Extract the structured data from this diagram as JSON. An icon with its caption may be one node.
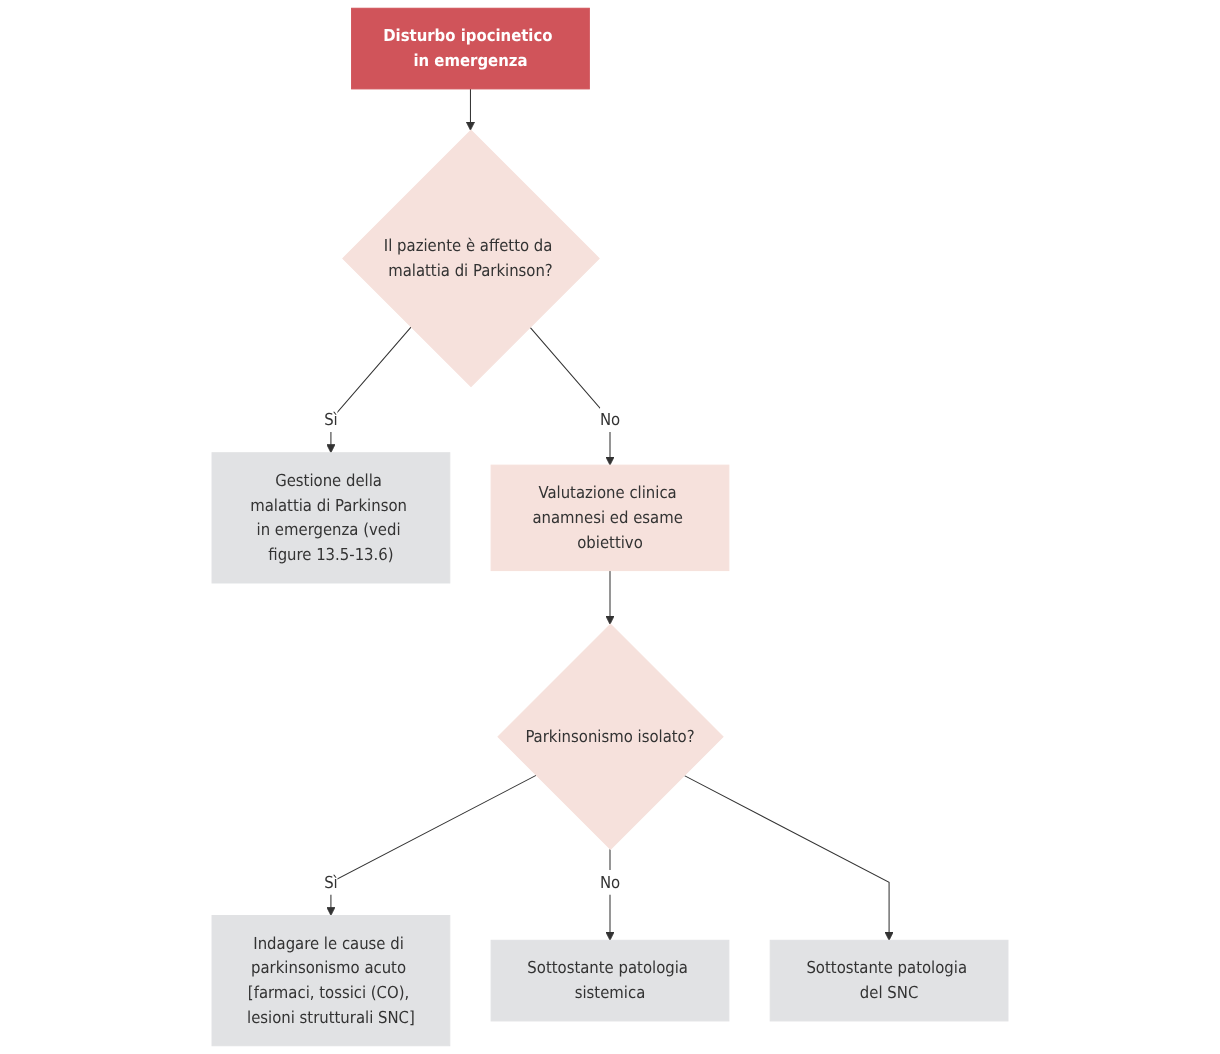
{
  "diagram": {
    "nodes": [
      {
        "text": [
          "Disturbo ipocinetico in emergenza"
        ]
      },
      {
        "text": [
          "Il paziente è affetto da malattia di Parkinson?"
        ]
      },
      {
        "text": [
          "Gestione della malattia di Parkinson in emergenza (vedi figure 13.5-13.6)"
        ]
      },
      {
        "text": [
          "Valutazione clinica anamnesi ed esame obiettivo"
        ]
      },
      {
        "text": [
          "Parkinsonismo isolato?"
        ]
      },
      {
        "text": [
          "Indagare le cause di parkinsonismo acuto [farmaci, tossici (CO), lesioni strutturali SNC]"
        ]
      },
      {
        "text": [
          "Sottostante patologia sistemica"
        ]
      },
      {
        "text": [
          "Sottostante patologia del SNC"
        ]
      }
    ],
    "edges": [
      {
        "from": 0,
        "to": 1,
        "arrow": "to"
      },
      {
        "from": 1,
        "to": 2,
        "label": "Sì",
        "arrow": "to"
      },
      {
        "from": 1,
        "to": 3,
        "label": "No",
        "arrow": "to"
      },
      {
        "from": 3,
        "to": 4,
        "arrow": "to"
      },
      {
        "from": 4,
        "to": 5,
        "label": "Sì",
        "arrow": "to"
      },
      {
        "from": 4,
        "to": 6,
        "label": "No",
        "arrow": "to"
      },
      {
        "from": 4,
        "to": 7,
        "arrow": "to"
      }
    ]
  }
}
